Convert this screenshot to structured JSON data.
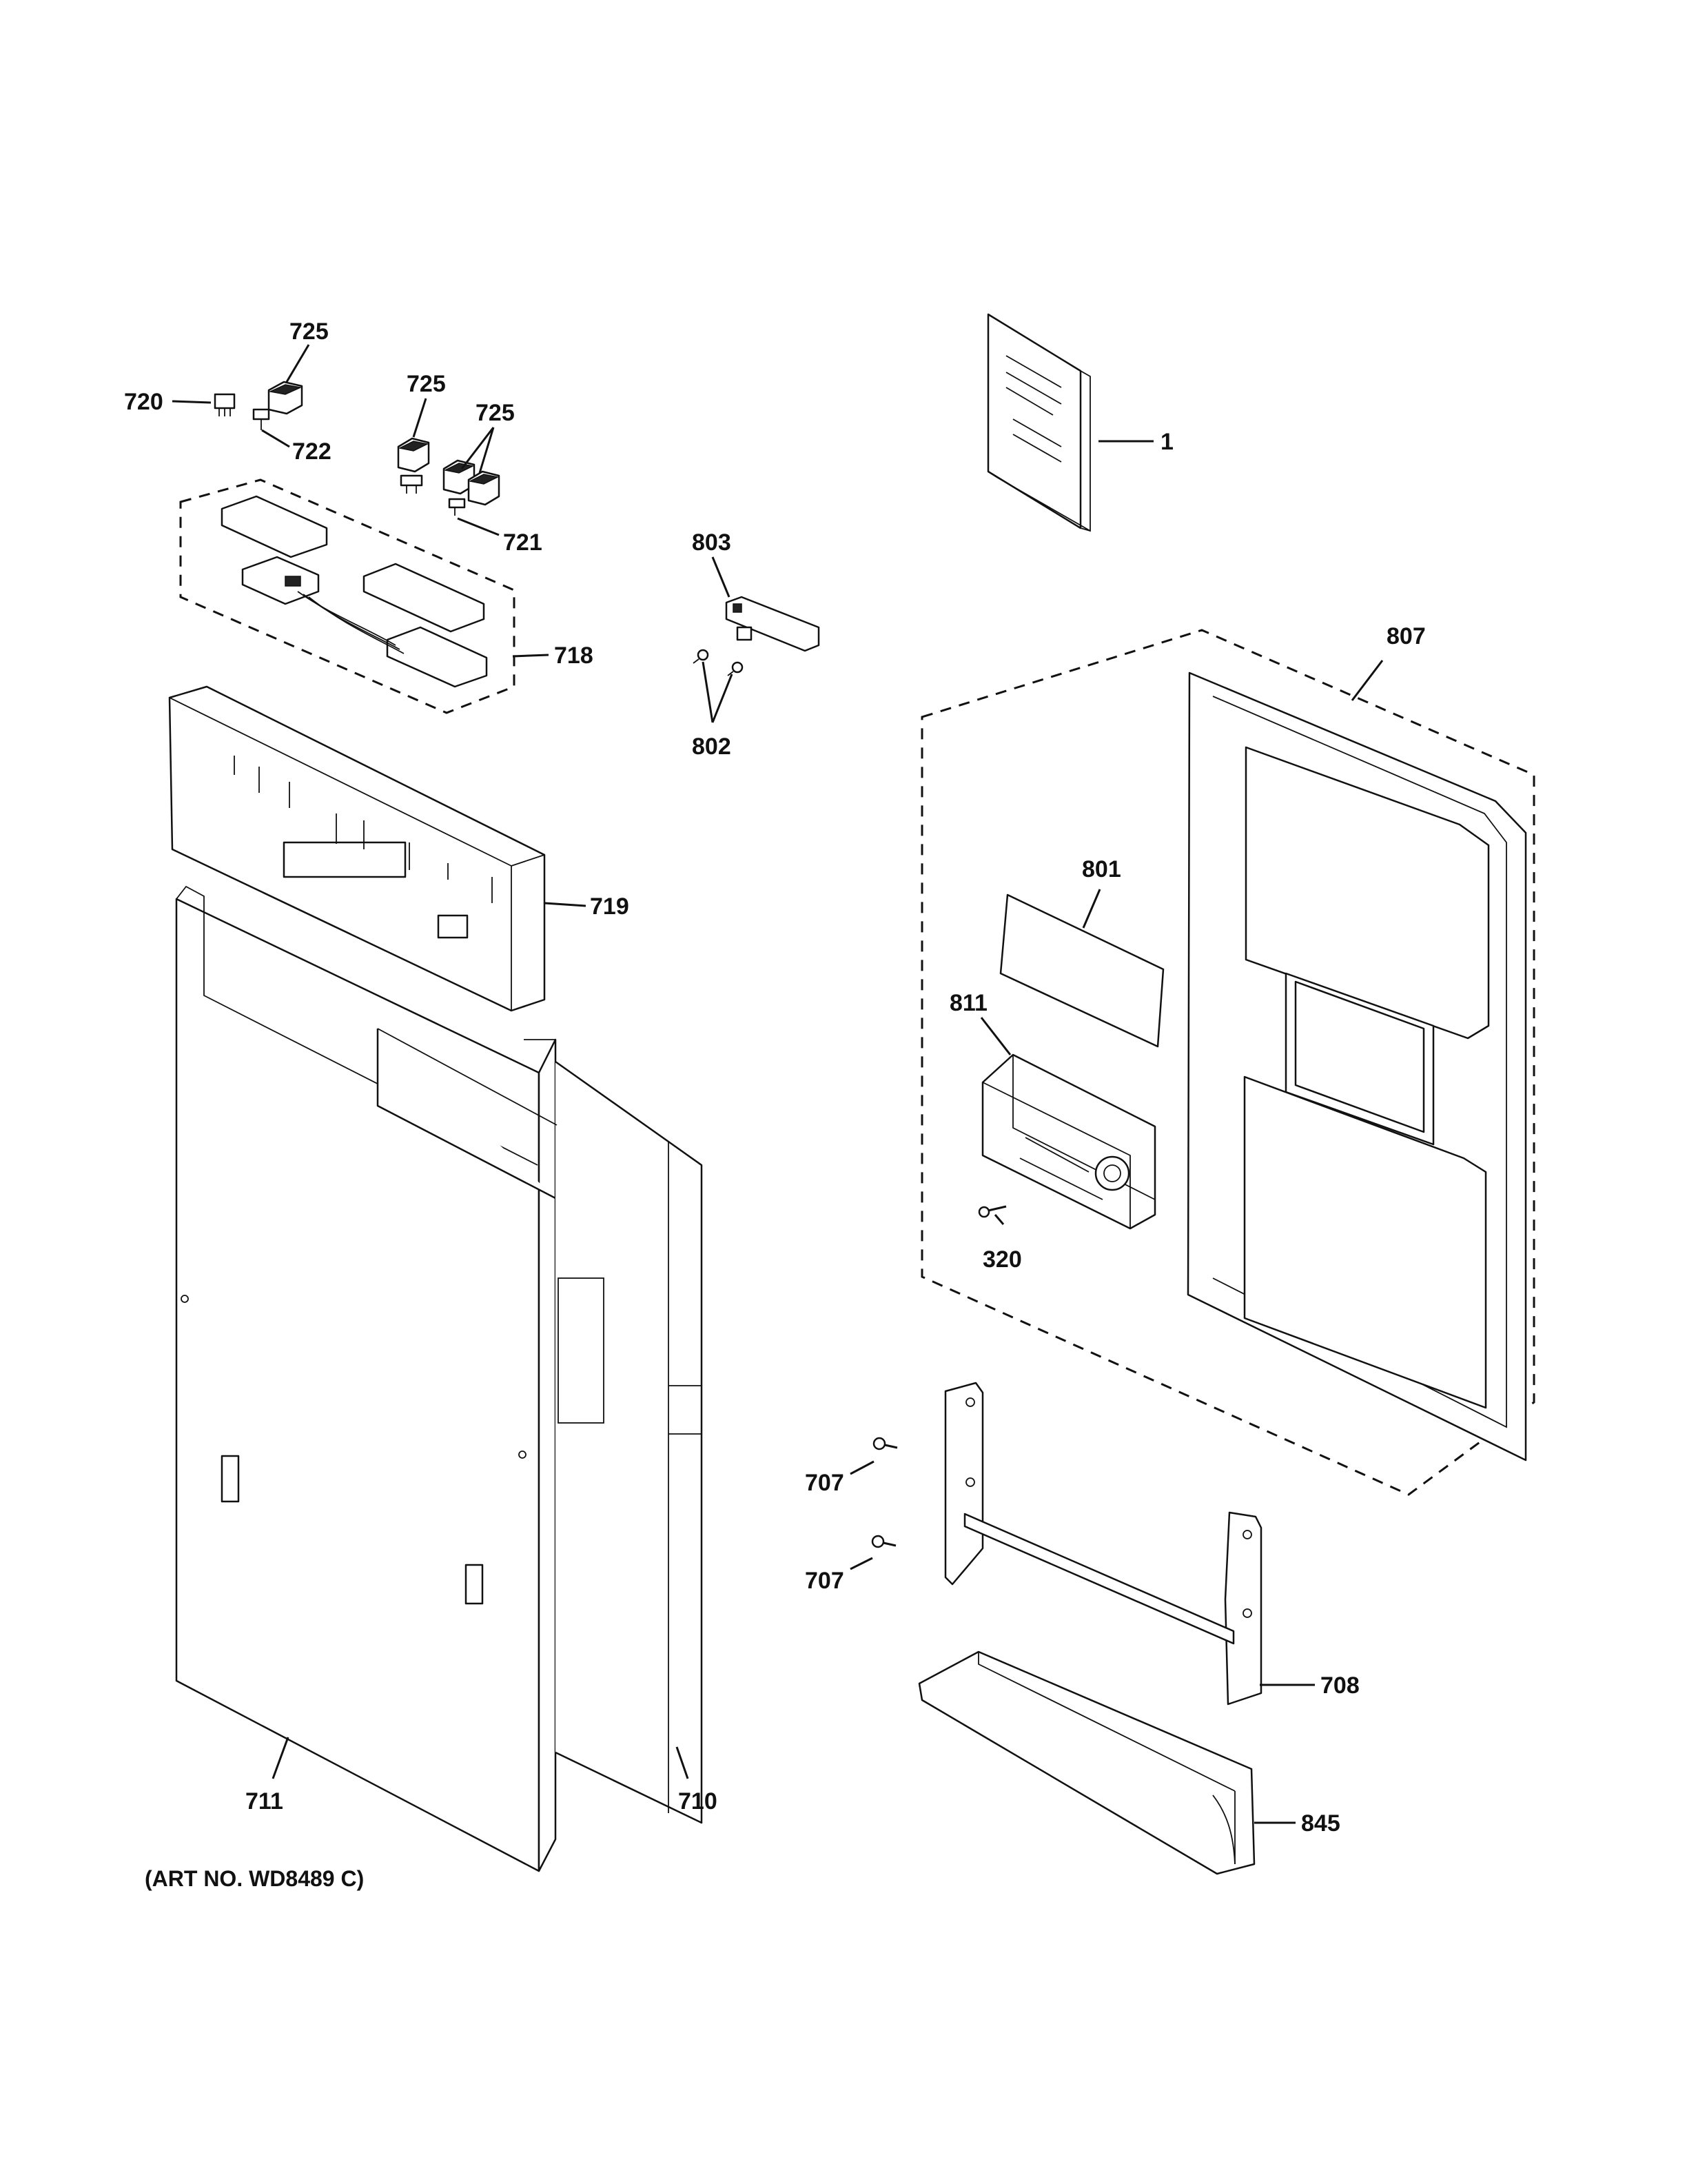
{
  "diagram": {
    "art_number": "(ART NO. WD8489 C)",
    "callouts": {
      "c1": "1",
      "c320": "320",
      "c707a": "707",
      "c707b": "707",
      "c708": "708",
      "c710": "710",
      "c711": "711",
      "c718": "718",
      "c719": "719",
      "c720": "720",
      "c721": "721",
      "c722": "722",
      "c725a": "725",
      "c725b": "725",
      "c725c": "725",
      "c801": "801",
      "c802": "802",
      "c803": "803",
      "c807": "807",
      "c811": "811",
      "c845": "845"
    }
  }
}
